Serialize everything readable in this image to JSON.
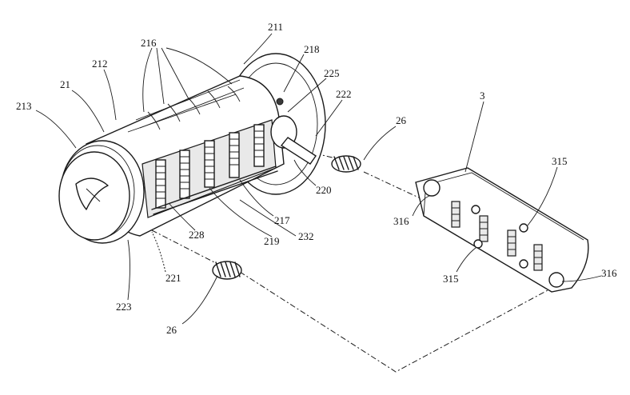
{
  "labels": {
    "l21": "21",
    "l212": "212",
    "l213": "213",
    "l216": "216",
    "l211": "211",
    "l218": "218",
    "l225": "225",
    "l222": "222",
    "l26a": "26",
    "l220": "220",
    "l217": "217",
    "l228": "228",
    "l219": "219",
    "l232": "232",
    "l221": "221",
    "l223": "223",
    "l26b": "26",
    "l3": "3",
    "l315a": "315",
    "l316a": "316",
    "l315b": "315",
    "l316b": "316"
  }
}
